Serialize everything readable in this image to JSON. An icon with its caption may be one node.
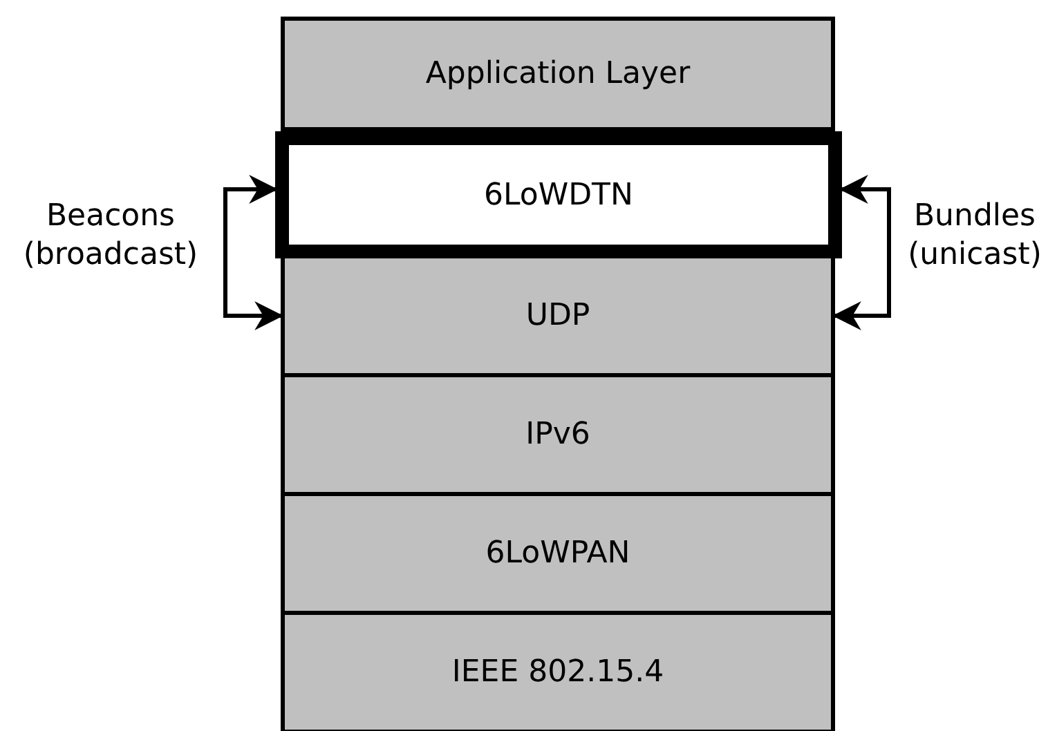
{
  "diagram": {
    "nodes": [
      {
        "text": [
          "Application Layer"
        ]
      },
      {
        "text": [
          "6LoWDTN"
        ]
      },
      {
        "text": [
          "UDP"
        ]
      },
      {
        "text": [
          "IPv6"
        ]
      },
      {
        "text": [
          "6LoWPAN"
        ]
      },
      {
        "text": [
          "IEEE 802.15.4"
        ]
      }
    ],
    "edges": [
      {
        "from": 1,
        "to": 2,
        "arrow": "both",
        "label": "Beacons (broadcast)"
      },
      {
        "from": 1,
        "to": 2,
        "arrow": "both",
        "label": "Bundles (unicast)"
      }
    ]
  }
}
